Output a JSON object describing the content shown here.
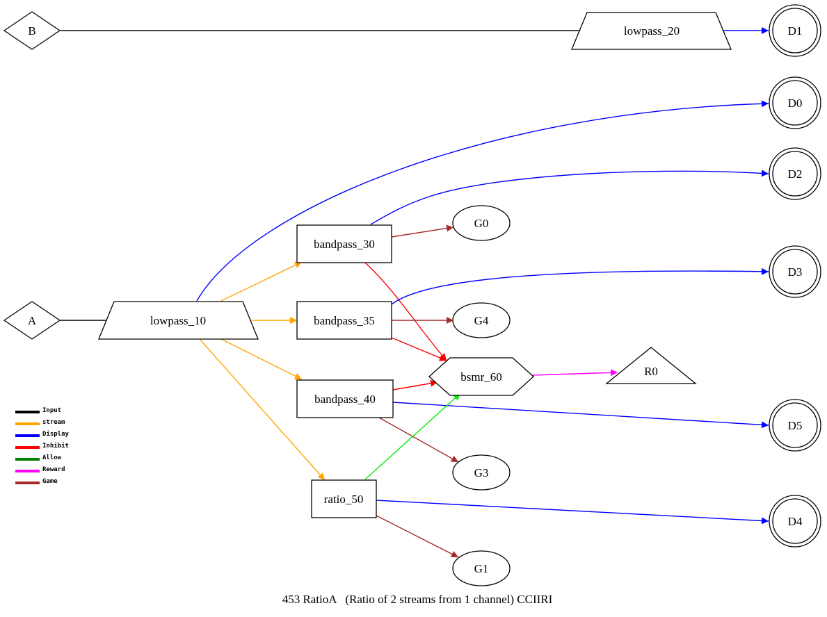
{
  "caption": "453 RatioA   (Ratio of 2 streams from 1 channel) CCIIRI",
  "colors": {
    "Input": "#000000",
    "stream": "#ffa500",
    "Display": "#0000ff",
    "Inhibit": "#ff0000",
    "Allow": "#008000",
    "Reward": "#ff00ff",
    "Game": "#a52a2a",
    "allow_edge": "#00ee00"
  },
  "legend": [
    {
      "label": "Input",
      "color": "#000000"
    },
    {
      "label": "stream",
      "color": "#ffa500"
    },
    {
      "label": "Display",
      "color": "#0000ff"
    },
    {
      "label": "Inhibit",
      "color": "#ff0000"
    },
    {
      "label": "Allow",
      "color": "#008000"
    },
    {
      "label": "Reward",
      "color": "#ff00ff"
    },
    {
      "label": "Game",
      "color": "#a52a2a"
    }
  ],
  "nodes": [
    {
      "id": "B",
      "label": "B",
      "shape": "diamond"
    },
    {
      "id": "A",
      "label": "A",
      "shape": "diamond"
    },
    {
      "id": "lowpass_20",
      "label": "lowpass_20",
      "shape": "trapezium"
    },
    {
      "id": "lowpass_10",
      "label": "lowpass_10",
      "shape": "trapezium"
    },
    {
      "id": "bandpass_30",
      "label": "bandpass_30",
      "shape": "box"
    },
    {
      "id": "bandpass_35",
      "label": "bandpass_35",
      "shape": "box"
    },
    {
      "id": "bandpass_40",
      "label": "bandpass_40",
      "shape": "box"
    },
    {
      "id": "ratio_50",
      "label": "ratio_50",
      "shape": "box"
    },
    {
      "id": "bsmr_60",
      "label": "bsmr_60",
      "shape": "hexagon"
    },
    {
      "id": "R0",
      "label": "R0",
      "shape": "triangle"
    },
    {
      "id": "G0",
      "label": "G0",
      "shape": "ellipse"
    },
    {
      "id": "G4",
      "label": "G4",
      "shape": "ellipse"
    },
    {
      "id": "G3",
      "label": "G3",
      "shape": "ellipse"
    },
    {
      "id": "G1",
      "label": "G1",
      "shape": "ellipse"
    },
    {
      "id": "D1",
      "label": "D1",
      "shape": "doublecircle"
    },
    {
      "id": "D0",
      "label": "D0",
      "shape": "doublecircle"
    },
    {
      "id": "D2",
      "label": "D2",
      "shape": "doublecircle"
    },
    {
      "id": "D3",
      "label": "D3",
      "shape": "doublecircle"
    },
    {
      "id": "D5",
      "label": "D5",
      "shape": "doublecircle"
    },
    {
      "id": "D4",
      "label": "D4",
      "shape": "doublecircle"
    }
  ],
  "edges": [
    {
      "from": "B",
      "to": "lowpass_20",
      "type": "Input"
    },
    {
      "from": "lowpass_20",
      "to": "D1",
      "type": "Display"
    },
    {
      "from": "A",
      "to": "lowpass_10",
      "type": "Input"
    },
    {
      "from": "lowpass_10",
      "to": "D0",
      "type": "Display"
    },
    {
      "from": "lowpass_10",
      "to": "bandpass_30",
      "type": "stream"
    },
    {
      "from": "lowpass_10",
      "to": "bandpass_35",
      "type": "stream"
    },
    {
      "from": "lowpass_10",
      "to": "bandpass_40",
      "type": "stream"
    },
    {
      "from": "lowpass_10",
      "to": "ratio_50",
      "type": "stream"
    },
    {
      "from": "bandpass_30",
      "to": "D2",
      "type": "Display"
    },
    {
      "from": "bandpass_30",
      "to": "G0",
      "type": "Game"
    },
    {
      "from": "bandpass_30",
      "to": "bsmr_60",
      "type": "Inhibit"
    },
    {
      "from": "bandpass_35",
      "to": "D3",
      "type": "Display"
    },
    {
      "from": "bandpass_35",
      "to": "G4",
      "type": "Game"
    },
    {
      "from": "bandpass_35",
      "to": "bsmr_60",
      "type": "Inhibit"
    },
    {
      "from": "bandpass_40",
      "to": "bsmr_60",
      "type": "Inhibit"
    },
    {
      "from": "bandpass_40",
      "to": "D5",
      "type": "Display"
    },
    {
      "from": "bandpass_40",
      "to": "G3",
      "type": "Game"
    },
    {
      "from": "ratio_50",
      "to": "bsmr_60",
      "type": "allow_edge"
    },
    {
      "from": "ratio_50",
      "to": "D4",
      "type": "Display"
    },
    {
      "from": "ratio_50",
      "to": "G1",
      "type": "Game"
    },
    {
      "from": "bsmr_60",
      "to": "R0",
      "type": "Reward"
    }
  ]
}
